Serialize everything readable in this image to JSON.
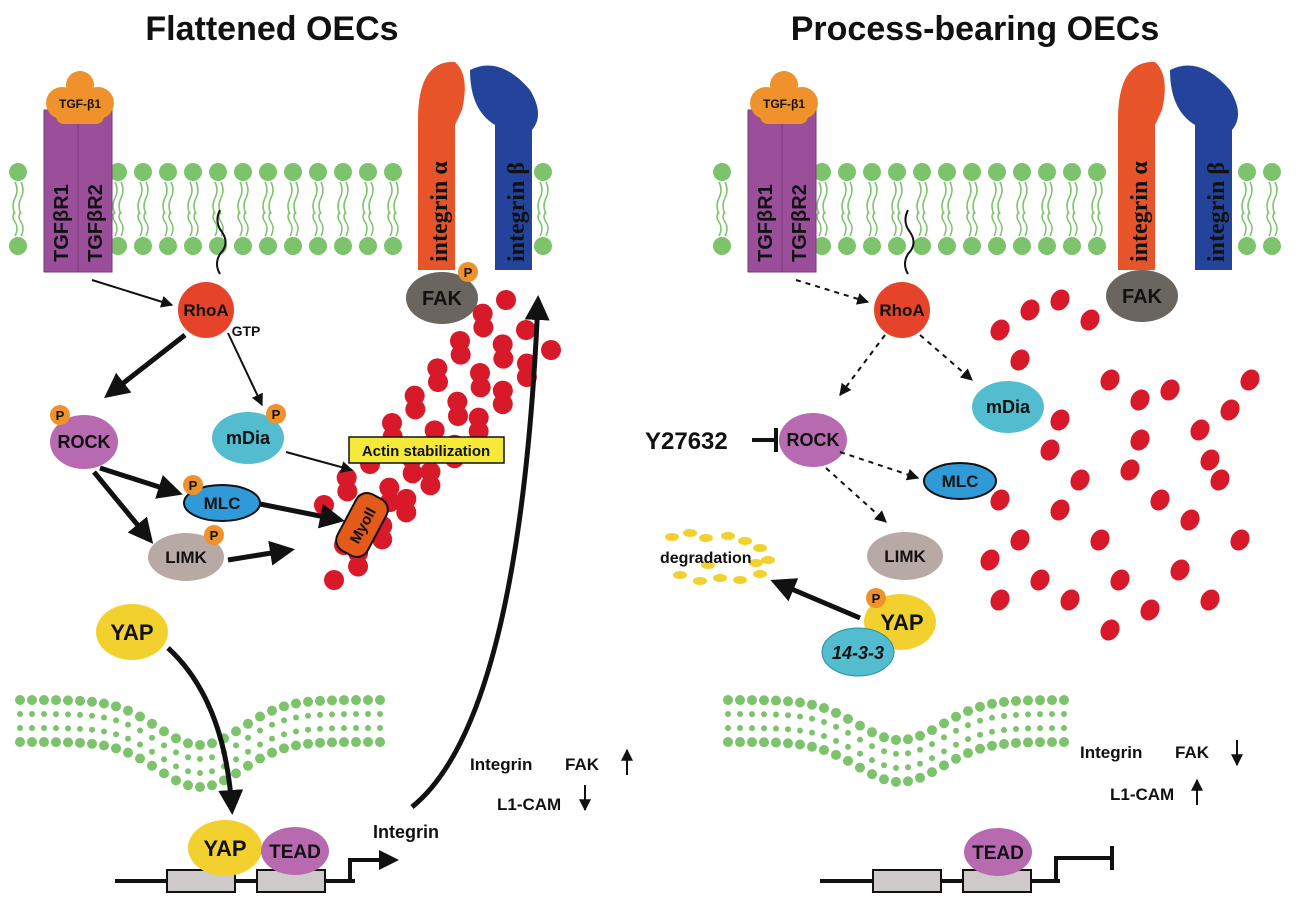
{
  "panels": {
    "left": {
      "title": "Flattened OECs",
      "ligand": "TGF-β1",
      "receptor1": "TGFβR1",
      "receptor2": "TGFβR2",
      "integrin_alpha": "integrin α",
      "integrin_beta": "integrin β",
      "fak": "FAK",
      "rhoa": "RhoA",
      "gtp": "GTP",
      "rock": "ROCK",
      "mdia": "mDia",
      "mlc": "MLC",
      "limk": "LIMK",
      "myoii": "MyoII",
      "actin_stabilization": "Actin stabilization",
      "yap_cyto": "YAP",
      "yap_nuc": "YAP",
      "tead": "TEAD",
      "integrin_gene": "Integrin",
      "expr_line1_a": "Integrin",
      "expr_line1_b": "FAK",
      "expr_line2": "L1-CAM",
      "phospho": "P"
    },
    "right": {
      "title": "Process-bearing OECs",
      "ligand": "TGF-β1",
      "receptor1": "TGFβR1",
      "receptor2": "TGFβR2",
      "integrin_alpha": "integrin α",
      "integrin_beta": "integrin β",
      "fak": "FAK",
      "rhoa": "RhoA",
      "rock": "ROCK",
      "mdia": "mDia",
      "mlc": "MLC",
      "limk": "LIMK",
      "inhibitor": "Y27632",
      "degradation": "degradation",
      "yap": "YAP",
      "adaptor": "14-3-3",
      "tead": "TEAD",
      "expr_line1_a": "Integrin",
      "expr_line1_b": "FAK",
      "expr_line2": "L1-CAM",
      "phospho": "P"
    }
  },
  "colors": {
    "purple_receptor": "#9b4f9b",
    "orange_ligand": "#f0922c",
    "integrin_alpha": "#e8542a",
    "integrin_beta": "#23449a",
    "membrane_green": "#7cc36b",
    "rhoa_red": "#e5432a",
    "rock_purple": "#b86ab0",
    "mdia_cyan": "#53bccf",
    "mlc_blue": "#2f9ad7",
    "limk_gray": "#b7a9a4",
    "fak_gray": "#6b6560",
    "actin_red": "#d8192a",
    "yap_yellow": "#f2d12e",
    "myoii_orange": "#e35a1a",
    "label_yellow": "#f5ea3a"
  }
}
